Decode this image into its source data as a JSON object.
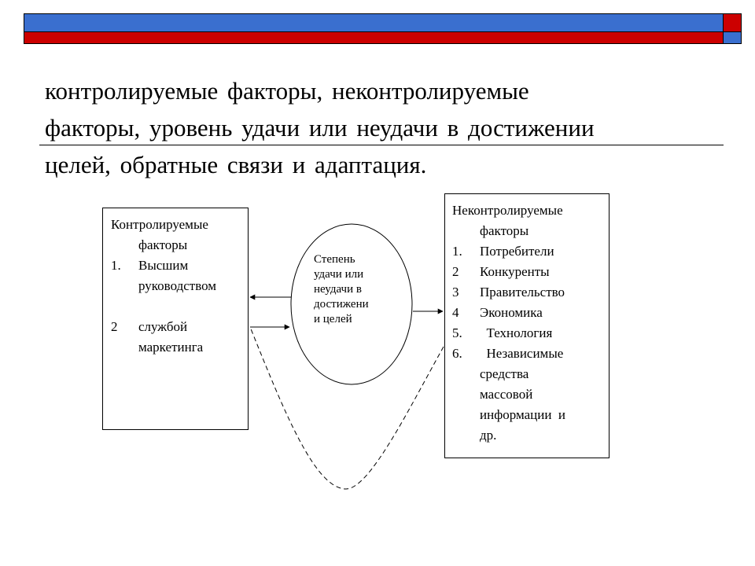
{
  "header": {
    "colors": {
      "blue": "#3a6fcf",
      "red": "#cc0000"
    }
  },
  "slide": {
    "text_lines": [
      "контролируемые  факторы, неконтролируемые",
      "факторы, уровень  удачи или неудачи в достижении",
      "целей, обратные связи и адаптация."
    ]
  },
  "diagram": {
    "controlled": {
      "title": [
        "Контролируемые",
        "факторы"
      ],
      "items": [
        {
          "num": "1.",
          "lines": [
            "Высшим",
            "руководством"
          ]
        },
        {
          "num": "2",
          "lines": [
            "службой",
            "маркетинга"
          ]
        }
      ]
    },
    "center": {
      "lines": [
        "Степень",
        "удачи или",
        "неудачи в",
        "достижени",
        "и целей"
      ]
    },
    "uncontrolled": {
      "title": [
        "Неконтролируемые",
        "факторы"
      ],
      "items": [
        {
          "num": "1.",
          "lines": [
            "Потребители"
          ]
        },
        {
          "num": "2",
          "lines": [
            "Конкуренты"
          ]
        },
        {
          "num": "3",
          "lines": [
            "Правительство"
          ]
        },
        {
          "num": "4",
          "lines": [
            "Экономика"
          ]
        },
        {
          "num": "5.",
          "lines": [
            "  Технология"
          ]
        },
        {
          "num": "6.",
          "lines": [
            "  Независимые",
            "средства",
            "массовой",
            "информации  и",
            "др."
          ]
        }
      ]
    }
  }
}
